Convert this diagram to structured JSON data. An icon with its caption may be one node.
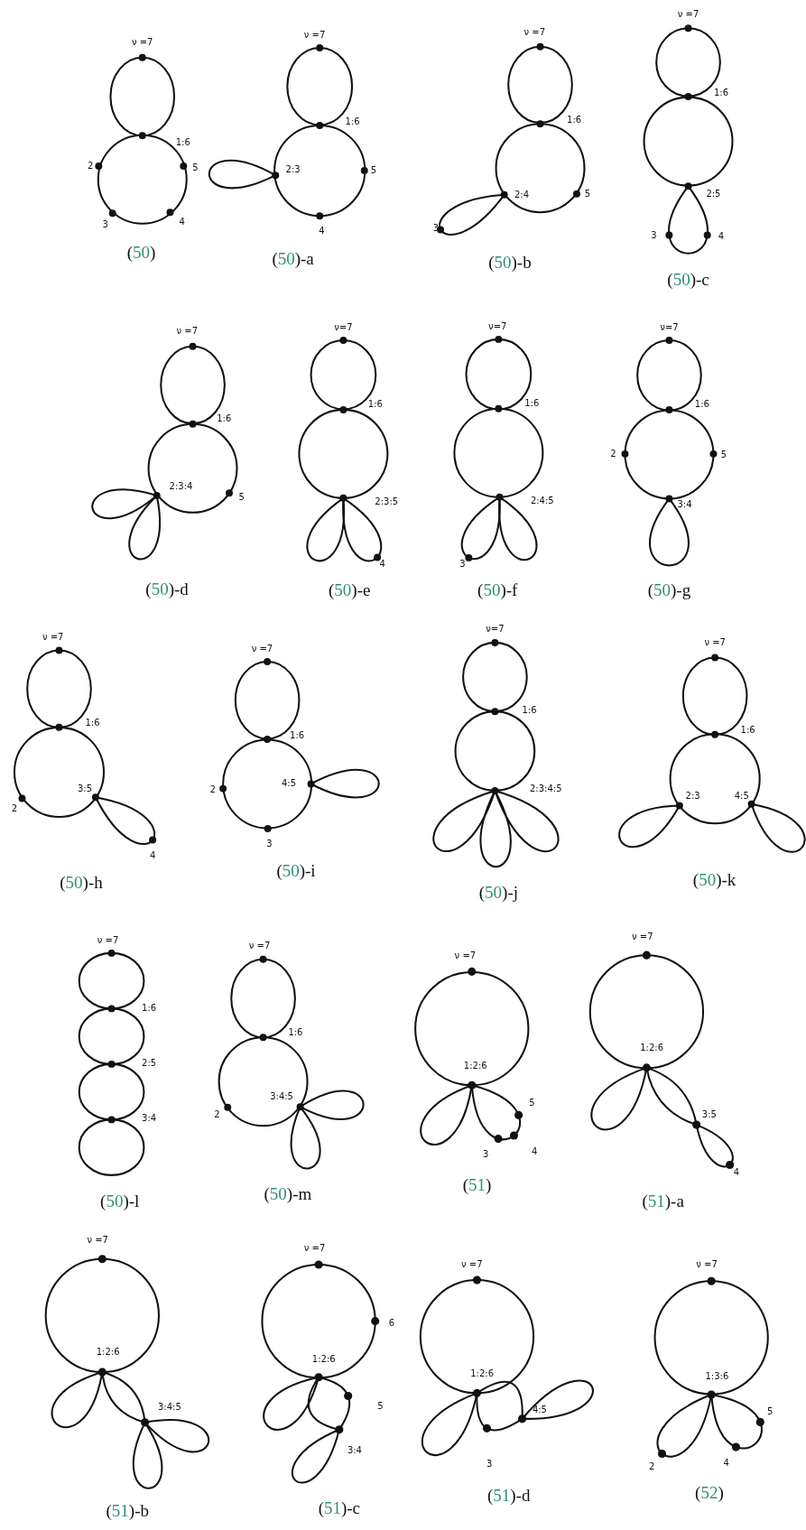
{
  "diagram": {
    "labels": [
      "ν =7",
      "1:6",
      "2",
      "5",
      "3",
      "4",
      "(50)",
      "ν =7",
      "1:6",
      "2:3",
      "5",
      "4",
      "(50)-a",
      "ν =7",
      "1:6",
      "2:4",
      "5",
      "3",
      "(50)-b",
      "ν =7",
      "1:6",
      "2:5",
      "3",
      "4",
      "(50)-c",
      "ν =7",
      "1:6",
      "2:3:4",
      "5",
      "(50)-d",
      "ν=7",
      "1:6",
      "2:3:5",
      "4",
      "(50)-e",
      "ν=7",
      "1:6",
      "2:4:5",
      "3",
      "(50)-f",
      "ν=7",
      "1:6",
      "2",
      "5",
      "3:4",
      "(50)-g",
      "ν =7",
      "1:6",
      "3:5",
      "2",
      "4",
      "(50)-h",
      "ν =7",
      "1:6",
      "4:5",
      "2",
      "3",
      "(50)-i",
      "ν=7",
      "1:6",
      "2:3:4:5",
      "(50)-j",
      "ν =7",
      "1:6",
      "2:3",
      "4:5",
      "(50)-k",
      "ν =7",
      "1:6",
      "2:5",
      "3:4",
      "(50)-l",
      "ν =7",
      "1:6",
      "3:4:5",
      "2",
      "(50)-m",
      "ν =7",
      "1:2:6",
      "5",
      "3",
      "4",
      "(51)",
      "ν =7",
      "1:2:6",
      "3:5",
      "4",
      "(51)-a",
      "ν =7",
      "1:2:6",
      "3:4:5",
      "(51)-b",
      "ν =7",
      "6",
      "1:2:6",
      "5",
      "3:4",
      "(51)-c",
      "ν =7",
      "1:2:6",
      "4:5",
      "3",
      "(51)-d",
      "ν =7",
      "1:3:6",
      "5",
      "2",
      "4",
      "(52)"
    ]
  }
}
